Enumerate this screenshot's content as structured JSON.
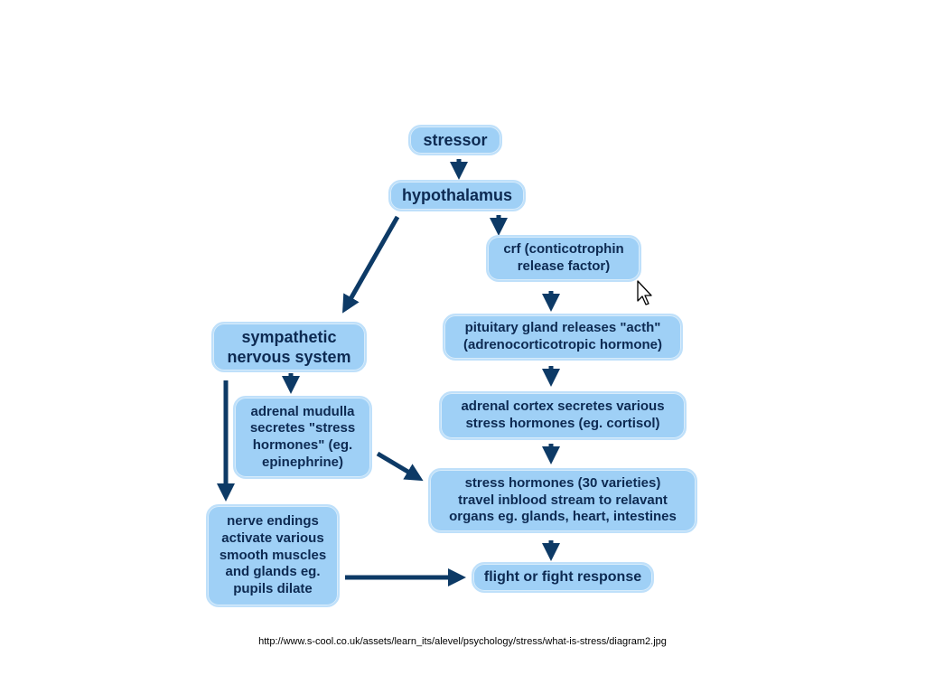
{
  "colors": {
    "node_fill": "#9fd0f6",
    "node_text": "#0d2a52",
    "arrow": "#0d3a66"
  },
  "nodes": {
    "stressor": "stressor",
    "hypothalamus": "hypothalamus",
    "crf": [
      "crf (conticotrophin",
      "release factor)"
    ],
    "sympathetic": [
      "sympathetic",
      "nervous system"
    ],
    "pituitary": [
      "pituitary gland releases \"acth\"",
      "(adrenocorticotropic hormone)"
    ],
    "mudulla": [
      "adrenal mudulla",
      "secretes \"stress",
      "hormones\" (eg.",
      "epinephrine)"
    ],
    "cortex": [
      "adrenal cortex secretes various",
      "stress hormones (eg. cortisol)"
    ],
    "stress_hormones": [
      "stress hormones (30 varieties)",
      "travel inblood stream to relavant",
      "organs eg. glands, heart, intestines"
    ],
    "nerve_endings": [
      "nerve endings",
      "activate various",
      "smooth muscles",
      "and glands eg.",
      "pupils dilate"
    ],
    "flight": "flight or fight response"
  },
  "source_url": "http://www.s-cool.co.uk/assets/learn_its/alevel/psychology/stress/what-is-stress/diagram2.jpg",
  "cursor": "mouse-pointer-icon"
}
